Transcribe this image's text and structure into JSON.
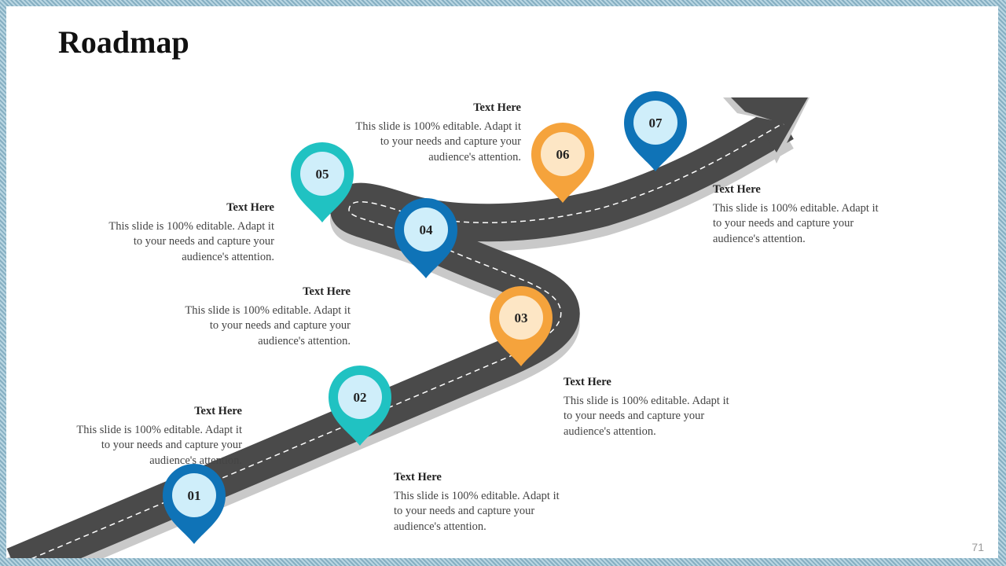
{
  "slide": {
    "title": "Roadmap",
    "page_number": "71"
  },
  "colors": {
    "road": "#4a4a4a",
    "road_side": "#c9c9c9",
    "dash": "#ffffff",
    "blue": "#0f73b7",
    "teal": "#20c2c2",
    "orange": "#f5a33c",
    "pin_inner": "#cfeefa"
  },
  "milestones": [
    {
      "number": "01",
      "color": "blue",
      "heading": "Text Here",
      "body": "This slide is 100% editable. Adapt it to your needs and capture your audience's attention."
    },
    {
      "number": "02",
      "color": "teal",
      "heading": "Text Here",
      "body": "This slide is 100% editable. Adapt it to your needs and capture your audience's attention."
    },
    {
      "number": "03",
      "color": "orange",
      "heading": "Text Here",
      "body": "This slide is 100% editable. Adapt it to your needs and capture your audience's attention."
    },
    {
      "number": "04",
      "color": "blue",
      "heading": "Text Here",
      "body": "This slide is 100% editable. Adapt it to your needs and capture your audience's attention."
    },
    {
      "number": "05",
      "color": "teal",
      "heading": "Text Here",
      "body": "This slide is 100% editable. Adapt it to your needs and capture your audience's attention."
    },
    {
      "number": "06",
      "color": "orange",
      "heading": "Text Here",
      "body": "This slide is 100% editable. Adapt it to your needs and capture your audience's attention."
    },
    {
      "number": "07",
      "color": "blue",
      "heading": "Text Here",
      "body": "This slide is 100% editable. Adapt it to your needs and capture your audience's attention."
    }
  ]
}
